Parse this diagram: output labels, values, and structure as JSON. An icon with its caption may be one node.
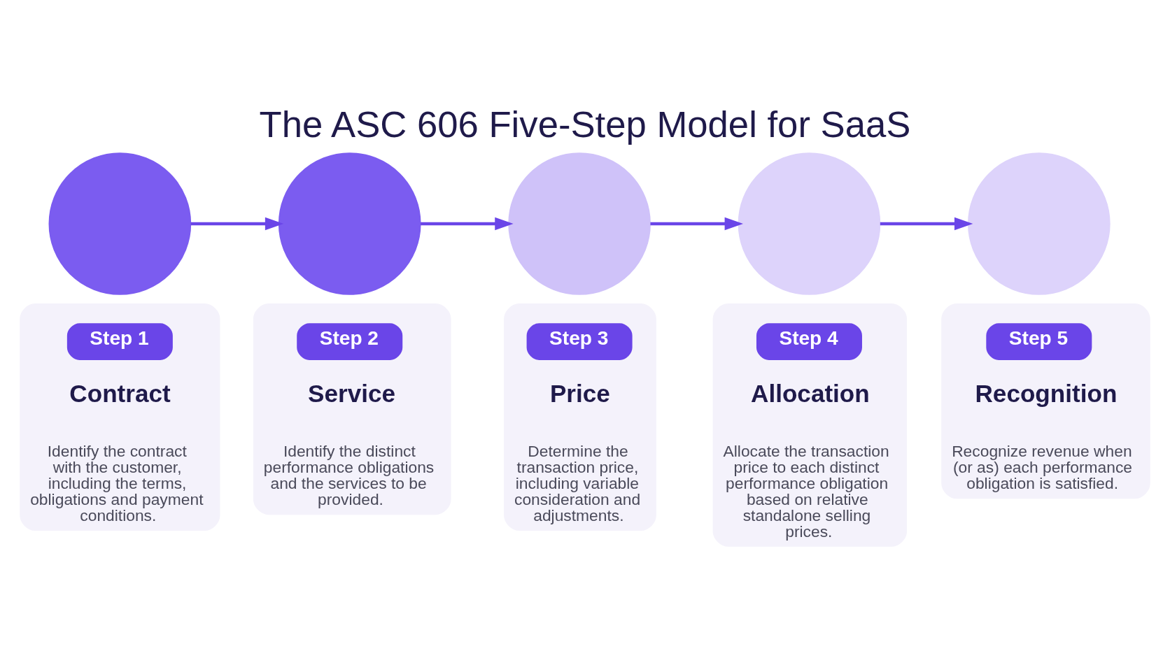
{
  "diagram": {
    "title": "The ASC 606 Five-Step Model for SaaS",
    "nodes": [
      {
        "text": [],
        "shape": "circle"
      },
      {
        "text": [],
        "shape": "circle"
      },
      {
        "text": [],
        "shape": "circle"
      },
      {
        "text": [],
        "shape": "circle"
      },
      {
        "text": [],
        "shape": "circle"
      },
      {
        "text": [
          "Contract",
          "Identify the contract with the customer, including the terms, obligations and payment conditions."
        ]
      },
      {
        "text": [
          "Step 1"
        ],
        "in": 5
      },
      {
        "text": [
          "Service",
          "Identify the distinct performance obligations and the services to be provided."
        ]
      },
      {
        "text": [
          "Step 2"
        ],
        "in": 7
      },
      {
        "text": [
          "Price",
          "Determine the transaction price, including variable consideration and adjustments."
        ]
      },
      {
        "text": [
          "Step 3"
        ],
        "in": 9
      },
      {
        "text": [
          "Allocation",
          "Allocate the transaction price to each distinct performance obligation based on relative standalone selling prices."
        ]
      },
      {
        "text": [
          "Step 4"
        ],
        "in": 11
      },
      {
        "text": [
          "Recognition",
          "Recognize revenue when (or as) each performance obligation is satisfied."
        ]
      },
      {
        "text": [
          "Step 5"
        ],
        "in": 13
      }
    ],
    "edges": [
      {
        "from": 0,
        "to": 1,
        "arrow": "to"
      },
      {
        "from": 1,
        "to": 2,
        "arrow": "to"
      },
      {
        "from": 2,
        "to": 3,
        "arrow": "to"
      },
      {
        "from": 3,
        "to": 4,
        "arrow": "to"
      }
    ]
  }
}
